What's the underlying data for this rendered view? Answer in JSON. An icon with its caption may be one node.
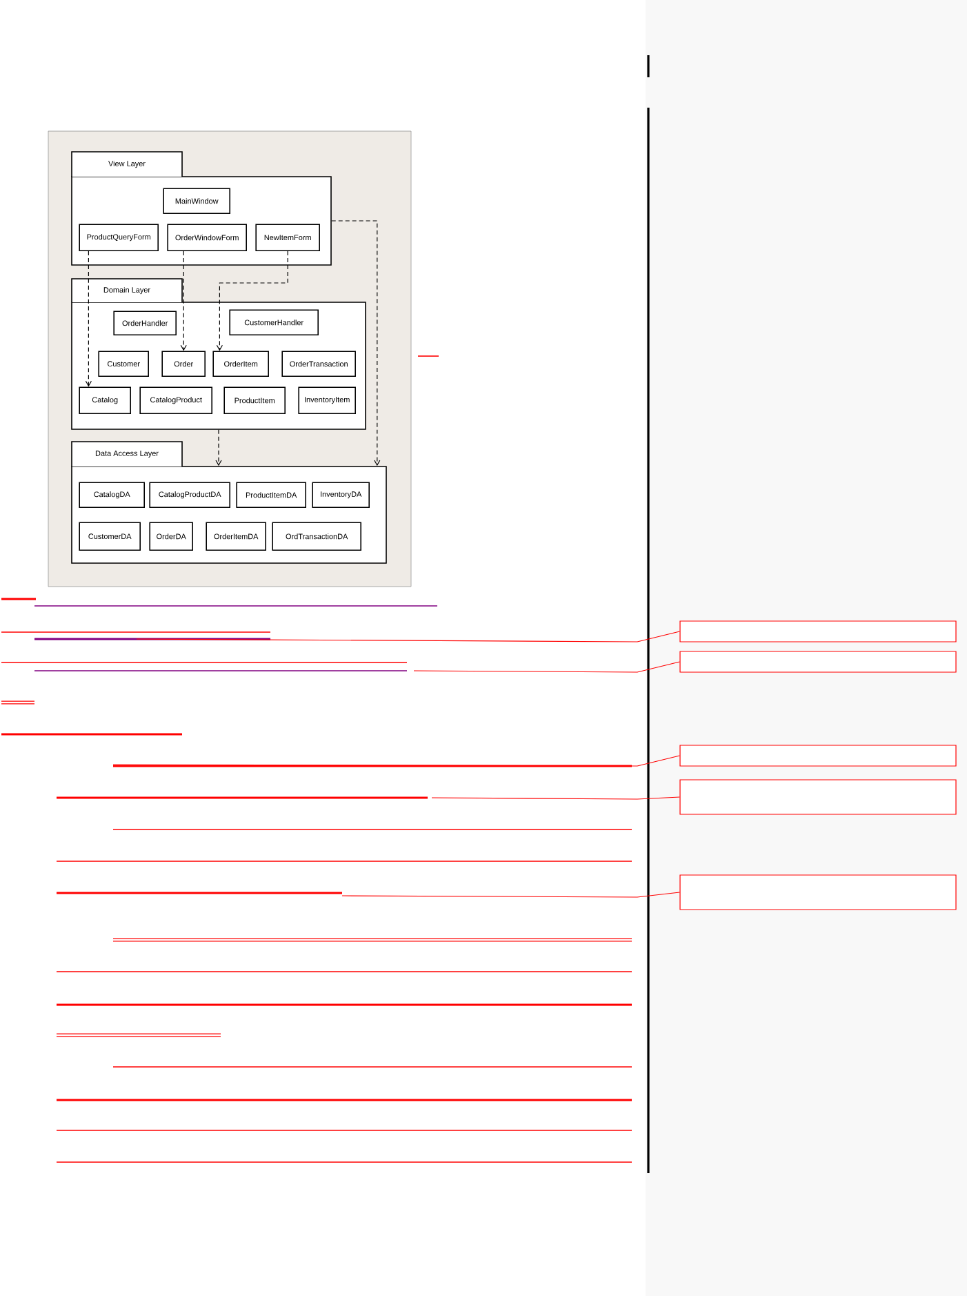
{
  "diagram": {
    "nodes": [
      {
        "text": [
          "View Layer"
        ]
      },
      {
        "text": [
          "MainWindow"
        ],
        "in": 0
      },
      {
        "text": [
          "ProductQueryForm"
        ],
        "in": 0
      },
      {
        "text": [
          "OrderWindowForm"
        ],
        "in": 0
      },
      {
        "text": [
          "NewItemForm"
        ],
        "in": 0
      },
      {
        "text": [
          "Domain Layer"
        ]
      },
      {
        "text": [
          "OrderHandler"
        ],
        "in": 5
      },
      {
        "text": [
          "CustomerHandler"
        ],
        "in": 5
      },
      {
        "text": [
          "Customer"
        ],
        "in": 5
      },
      {
        "text": [
          "Order"
        ],
        "in": 5
      },
      {
        "text": [
          "OrderItem"
        ],
        "in": 5
      },
      {
        "text": [
          "OrderTransaction"
        ],
        "in": 5
      },
      {
        "text": [
          "Catalog"
        ],
        "in": 5
      },
      {
        "text": [
          "CatalogProduct"
        ],
        "in": 5
      },
      {
        "text": [
          "ProductItem"
        ],
        "in": 5
      },
      {
        "text": [
          "InventoryItem"
        ],
        "in": 5
      },
      {
        "text": [
          "Data Access Layer"
        ]
      },
      {
        "text": [
          "CatalogDA"
        ],
        "in": 16
      },
      {
        "text": [
          "CatalogProductDA"
        ],
        "in": 16
      },
      {
        "text": [
          "ProductItemDA"
        ],
        "in": 16
      },
      {
        "text": [
          "InventoryDA"
        ],
        "in": 16
      },
      {
        "text": [
          "CustomerDA"
        ],
        "in": 16
      },
      {
        "text": [
          "OrderDA"
        ],
        "in": 16
      },
      {
        "text": [
          "OrderItemDA"
        ],
        "in": 16
      },
      {
        "text": [
          "OrdTransactionDA"
        ],
        "in": 16
      },
      {
        "text": [],
        "shape": "box"
      },
      {
        "text": [],
        "shape": "box"
      },
      {
        "text": [],
        "shape": "box"
      },
      {
        "text": [],
        "shape": "box"
      },
      {
        "text": [],
        "shape": "box"
      }
    ],
    "edges": [
      {
        "from": 2,
        "to": 12,
        "arrow": "to",
        "style": "dashed"
      },
      {
        "from": 3,
        "to": 9,
        "arrow": "to",
        "style": "dashed"
      },
      {
        "from": 4,
        "to": 10,
        "arrow": "to",
        "style": "dashed"
      },
      {
        "from": 5,
        "to": 16,
        "arrow": "to",
        "style": "dashed"
      },
      {
        "from": 0,
        "to": 16,
        "arrow": "to",
        "style": "dashed"
      },
      {
        "from": null,
        "to": 25,
        "arrow": "none",
        "color": "#ff0000"
      },
      {
        "from": null,
        "to": 26,
        "arrow": "none",
        "color": "#ff0000"
      },
      {
        "from": null,
        "to": 27,
        "arrow": "none",
        "color": "#ff0000"
      },
      {
        "from": null,
        "to": 28,
        "arrow": "none",
        "color": "#ff0000"
      },
      {
        "from": null,
        "to": 29,
        "arrow": "none",
        "color": "#ff0000"
      }
    ]
  }
}
